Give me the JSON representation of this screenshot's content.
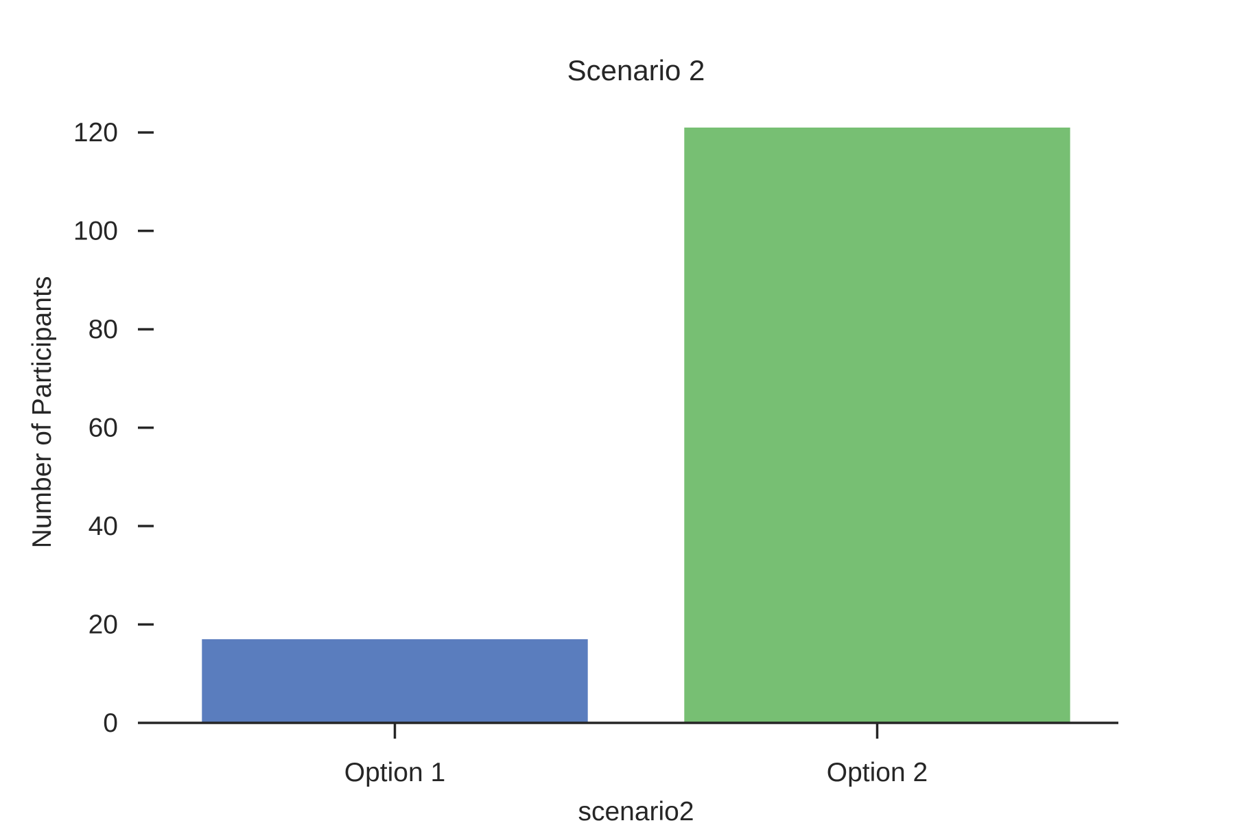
{
  "chart_data": {
    "type": "bar",
    "title": "Scenario 2",
    "xlabel": "scenario2",
    "ylabel": "Number of Participants",
    "categories": [
      "Option 1",
      "Option 2"
    ],
    "values": [
      17,
      121
    ],
    "bar_colors": [
      "#5A7DBE",
      "#77BF73"
    ],
    "ylim": [
      0,
      121
    ],
    "yticks": [
      0,
      20,
      40,
      60,
      80,
      100,
      120
    ],
    "ytick_labels": [
      "0",
      "20",
      "40",
      "60",
      "80",
      "100",
      "120"
    ],
    "grid": false,
    "legend": "none"
  }
}
